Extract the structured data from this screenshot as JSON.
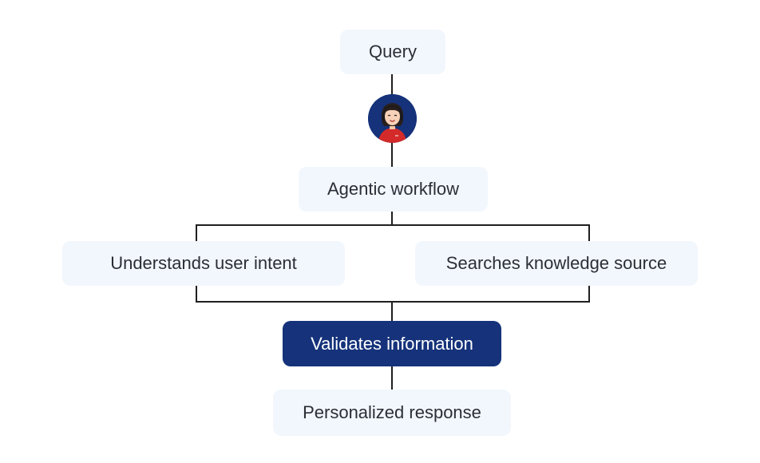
{
  "diagram": {
    "nodes": {
      "query": "Query",
      "agentic_workflow": "Agentic workflow",
      "understands_intent": "Understands user intent",
      "searches_knowledge": "Searches knowledge source",
      "validates_information": "Validates information",
      "personalized_response": "Personalized response"
    },
    "avatar_icon": "agent-avatar-icon",
    "colors": {
      "node_fill": "#f2f7fd",
      "node_text": "#2b2e36",
      "highlight_fill": "#15327a",
      "highlight_text": "#ffffff",
      "connector": "#1f1f1f"
    }
  }
}
